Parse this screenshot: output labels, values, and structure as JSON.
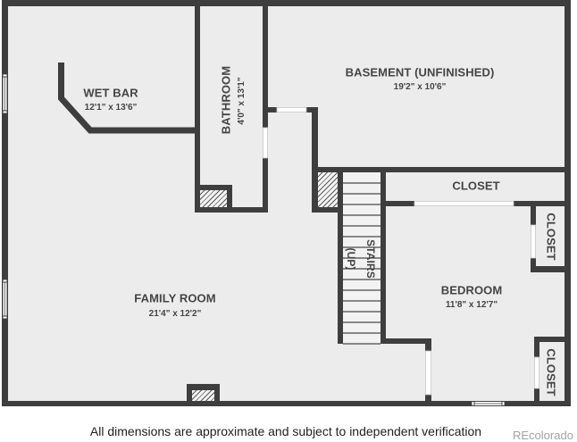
{
  "floorplan": {
    "rooms": {
      "wet_bar": {
        "name": "WET BAR",
        "dims": "12'1\" x 13'6\""
      },
      "bathroom": {
        "name": "BATHROOM",
        "dims": "4'0\" x 13'1\""
      },
      "basement": {
        "name": "BASEMENT (UNFINISHED)",
        "dims": "19'2\" x 10'6\""
      },
      "closet_top": {
        "name": "CLOSET"
      },
      "closet_right_upper": {
        "name": "CLOSET"
      },
      "closet_right_lower": {
        "name": "CLOSET"
      },
      "stairs": {
        "name": "STAIRS",
        "note": "(UP)"
      },
      "family_room": {
        "name": "FAMILY ROOM",
        "dims": "21'4\" x 12'2\""
      },
      "bedroom": {
        "name": "BEDROOM",
        "dims": "11'8\" x 12'7\""
      }
    }
  },
  "footer": {
    "disclaimer": "All dimensions are approximate and subject to independent verification",
    "watermark": "REcolorado"
  },
  "colors": {
    "wall": "#3e3e3e",
    "floor": "#ececec",
    "label": "#454545",
    "opening": "#ffffff",
    "watermark": "#a3a3a3"
  }
}
